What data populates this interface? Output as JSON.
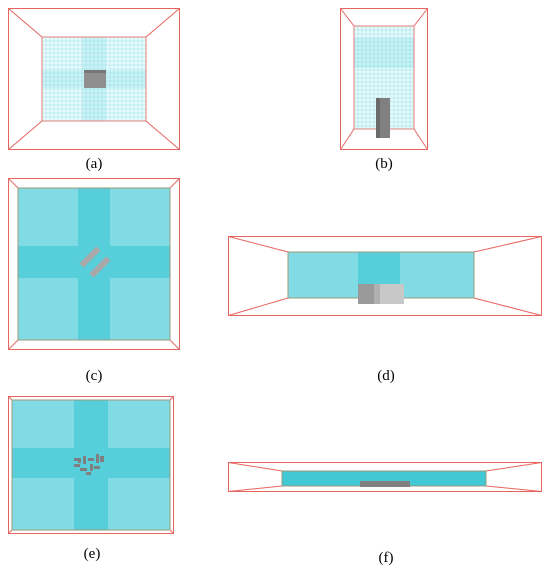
{
  "figure": {
    "colors": {
      "domain_edge": "#e8645f",
      "mesh_light": "#bfeff3",
      "mesh_line": "#5fd0db",
      "mesh_dense": "#4ccad6",
      "mesh_border": "#9a9a7a",
      "building": "#8f8f8f",
      "building_dark": "#777777",
      "building_light": "#c8c8c8"
    },
    "panels": [
      {
        "id": "a",
        "caption": "(a)"
      },
      {
        "id": "b",
        "caption": "(b)"
      },
      {
        "id": "c",
        "caption": "(c)"
      },
      {
        "id": "d",
        "caption": "(d)"
      },
      {
        "id": "e",
        "caption": "(e)"
      },
      {
        "id": "f",
        "caption": "(f)"
      }
    ]
  }
}
